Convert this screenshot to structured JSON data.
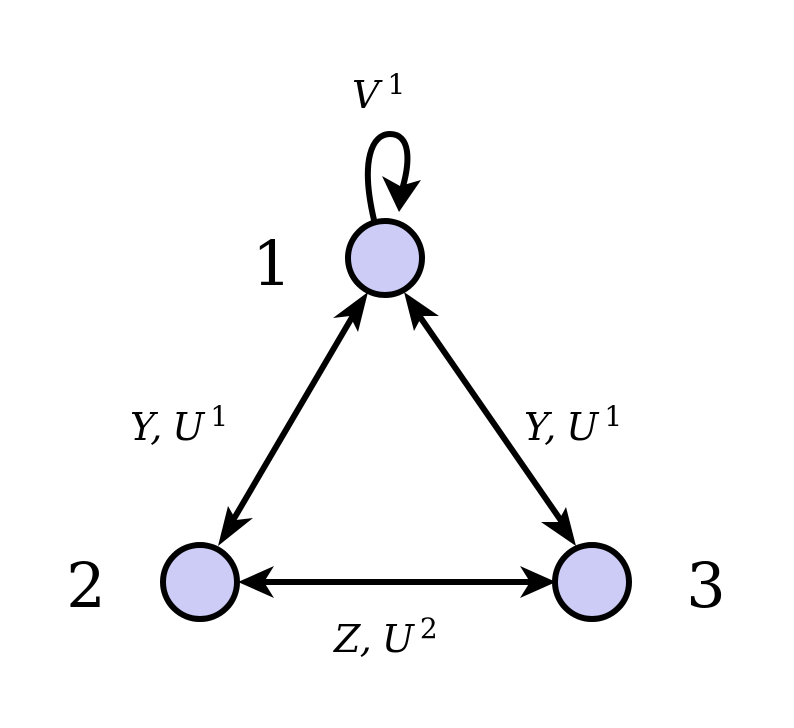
{
  "colors": {
    "node_fill": "#ccccf7",
    "stroke": "#000000"
  },
  "nodes": [
    {
      "id": "1",
      "label": "1"
    },
    {
      "id": "2",
      "label": "2"
    },
    {
      "id": "3",
      "label": "3"
    }
  ],
  "edges": {
    "loop_1": {
      "var": "V",
      "comma": "",
      "u": "",
      "sup": "1"
    },
    "e_1_2": {
      "var": "Y",
      "comma": ",",
      "u": "U",
      "sup": "1"
    },
    "e_1_3": {
      "var": "Y",
      "comma": ",",
      "u": "U",
      "sup": "1"
    },
    "e_2_3": {
      "var": "Z",
      "comma": ",",
      "u": "U",
      "sup": "2"
    }
  }
}
